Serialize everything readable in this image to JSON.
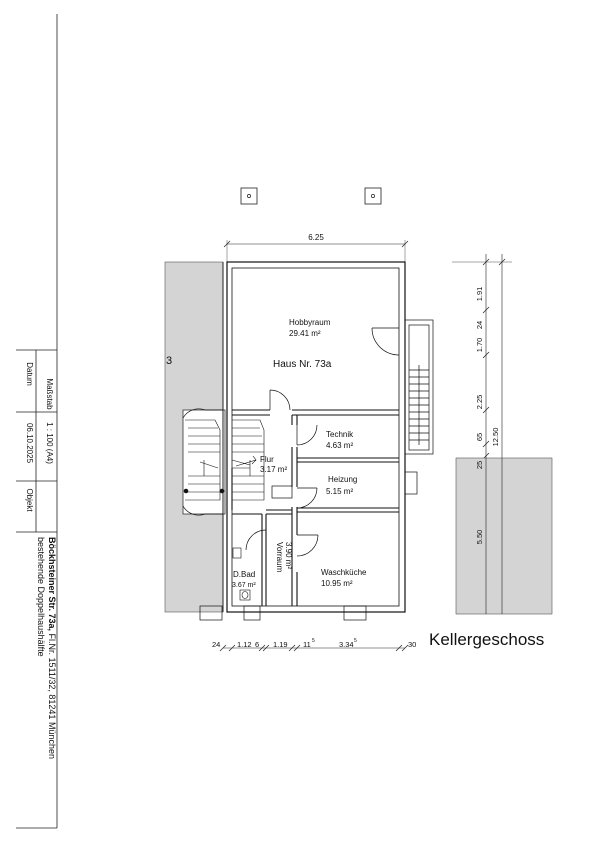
{
  "title_block": {
    "massstab_label": "Maßstab",
    "massstab_value": "1 : 100 (A4)",
    "datum_label": "Datum",
    "datum_value": "06.10.2025",
    "objekt_label": "Objekt",
    "objekt_bold": "Böckhsteiner Str. 73a,",
    "objekt_rest": " Fl.Nr. 1511/32, 81241 München",
    "objekt_line2": "bestehende Doppelhaushälfte"
  },
  "plan": {
    "floor_title": "Kellergeschoss",
    "house_label": "Haus Nr. 73a",
    "neighbor_number": "3",
    "rooms": [
      {
        "name": "Hobbyraum",
        "area": "29.41 m²"
      },
      {
        "name": "Technik",
        "area": "4.63 m²"
      },
      {
        "name": "Flur",
        "area": "3.17 m²"
      },
      {
        "name": "Heizung",
        "area": "5.15 m²"
      },
      {
        "name": "Vorraum",
        "area": "3.90 m²"
      },
      {
        "name": "D.Bad",
        "area": "3.67 m²"
      },
      {
        "name": "Waschküche",
        "area": "10.95 m²"
      }
    ],
    "dim_top": "6.25",
    "dims_bottom": [
      "24",
      "1.12",
      "6",
      "1.19",
      "11",
      "5",
      "3.34",
      "5",
      "30"
    ],
    "dims_right": [
      "1.91",
      "1.70",
      "24",
      "2.25",
      "65",
      "12.50",
      "25",
      "5.50"
    ]
  }
}
